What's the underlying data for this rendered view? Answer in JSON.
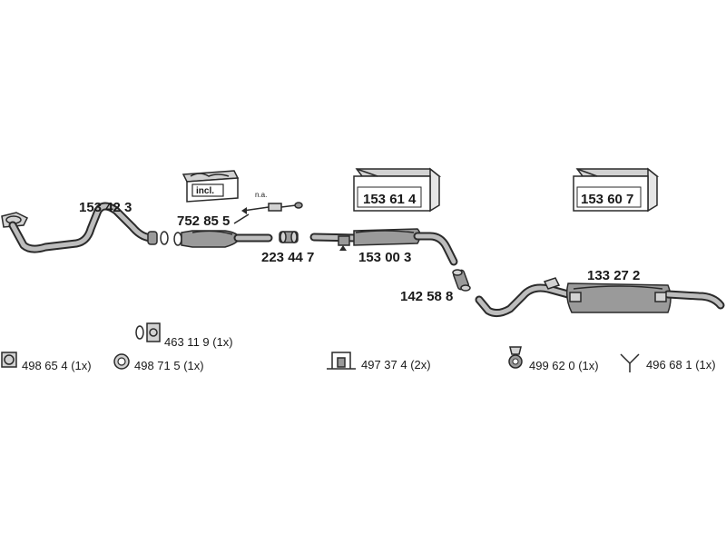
{
  "parts": {
    "front_pipe": "153 42 3",
    "catalytic_converter": "752 85 5",
    "connector_clamp": "223 44 7",
    "middle_silencer": "153 00 3",
    "pipe_connector": "142 58 8",
    "rear_silencer": "133 27 2"
  },
  "kits": {
    "kit_middle": "153 61 4",
    "kit_rear": "153 60 7"
  },
  "notes": {
    "incl": "incl.",
    "na": "n.a."
  },
  "accessories": {
    "acc_463119": "463 11 9 (1x)",
    "acc_498654": "498 65 4 (1x)",
    "acc_498715": "498 71 5 (1x)",
    "acc_497374": "497 37 4 (2x)",
    "acc_499620": "499 62 0 (1x)",
    "acc_496681": "496 68 1 (1x)"
  }
}
